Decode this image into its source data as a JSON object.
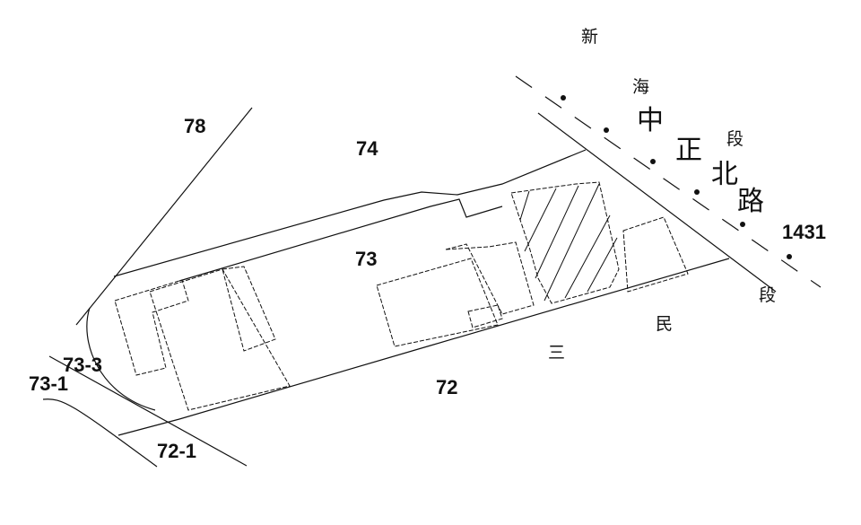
{
  "parcels": {
    "p78": "78",
    "p74": "74",
    "p73": "73",
    "p1431": "1431",
    "p73_3": "73-3",
    "p73_1": "73-1",
    "p72": "72",
    "p72_1": "72-1"
  },
  "roads": {
    "xinhai_char1": "新",
    "xinhai_char2": "海",
    "xinhai_duan": "段",
    "zhongzheng_1": "中",
    "zhongzheng_2": "正",
    "zhongzheng_3": "北",
    "zhongzheng_4": "路",
    "sanmin_duan": "段",
    "sanmin_min": "民",
    "sanmin_san": "三"
  },
  "colors": {
    "line": "#111111",
    "background": "#ffffff"
  }
}
